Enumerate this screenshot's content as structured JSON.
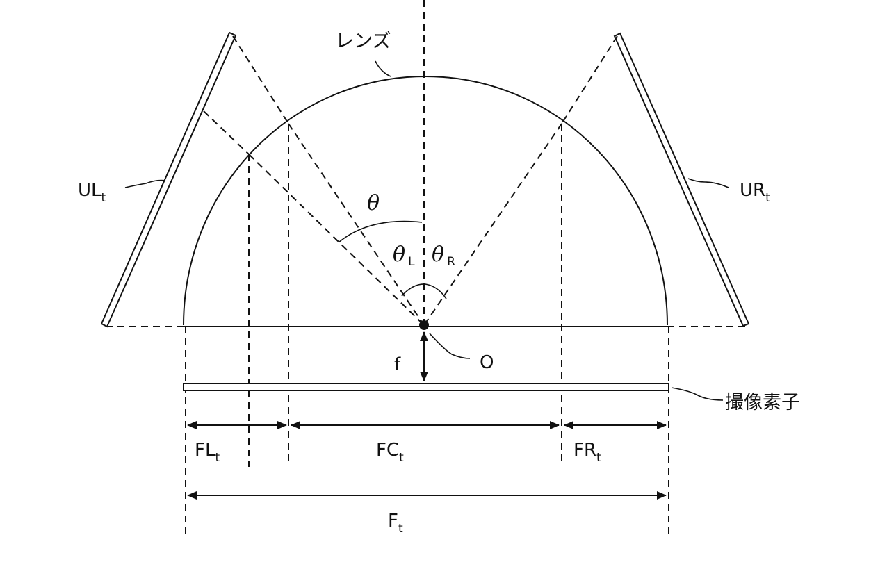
{
  "labels": {
    "lens": "レンズ",
    "ul": "UL",
    "ul_sub": "t",
    "ur": "UR",
    "ur_sub": "t",
    "theta": "θ",
    "theta_l": "θ",
    "theta_l_sub": "L",
    "theta_r": "θ",
    "theta_r_sub": "R",
    "origin": "O",
    "focal": "f",
    "sensor": "撮像素子",
    "fl": "FL",
    "fl_sub": "t",
    "fc": "FC",
    "fc_sub": "t",
    "fr": "FR",
    "fr_sub": "t",
    "ft": "F",
    "ft_sub": "t"
  }
}
